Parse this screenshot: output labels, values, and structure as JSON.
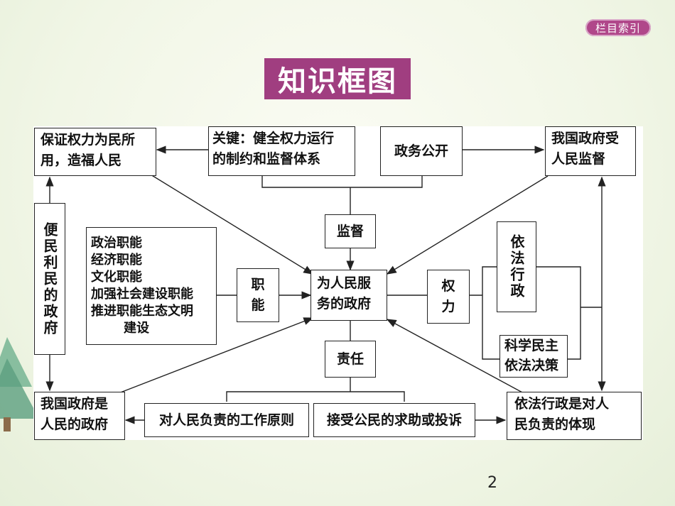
{
  "nav_button": {
    "label": "栏目索引"
  },
  "title": "知识框图",
  "page_number": "2",
  "nodes": {
    "guarantee": [
      "保证权力为民所",
      "用，造福人民"
    ],
    "key": [
      "关键：健全权力运行",
      "的制约和监督体系"
    ],
    "open": "政务公开",
    "supervised": [
      "我国政府受",
      "人民监督"
    ],
    "convenient": "便民利民的政府",
    "functions": [
      "政治职能",
      "经济职能",
      "文化职能",
      "加强社会建设职能",
      "推进职能生态文明",
      "建设"
    ],
    "function_label": [
      "职",
      "能"
    ],
    "supervision": "监督",
    "center": [
      "为人民服",
      "务的政府"
    ],
    "power_label": [
      "权",
      "力"
    ],
    "law_admin": "依法行政",
    "science": [
      "科学民主",
      "依法决策"
    ],
    "responsibility": "责任",
    "people_gov": [
      "我国政府是",
      "人民的政府"
    ],
    "principle": "对人民负责的工作原则",
    "accept": "接受公民的求助或投诉",
    "embody": [
      "依法行政是对人",
      "民负责的体现"
    ]
  },
  "colors": {
    "accent": "#a03e80",
    "nav": "#b0478a"
  }
}
